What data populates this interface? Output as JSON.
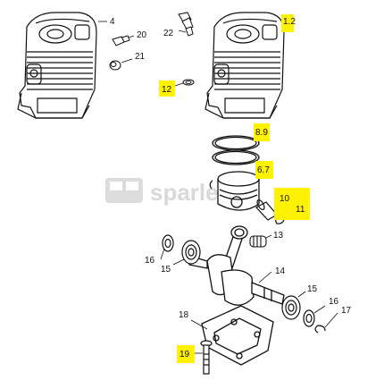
{
  "diagram": {
    "watermark": "sparleka",
    "colors": {
      "highlight": "#fff200",
      "line": "#111111",
      "watermark": "#d9d9d9"
    },
    "labels": {
      "p1_2": "1.2",
      "p4": "4",
      "p20": "20",
      "p21": "21",
      "p22": "22",
      "p12": "12",
      "p8_9": "8.9",
      "p6_7": "6.7",
      "p10": "10",
      "p11": "11",
      "p13": "13",
      "p14": "14",
      "p15_left": "15",
      "p16_left": "16",
      "p15_right": "15",
      "p16_right": "16",
      "p17": "17",
      "p18": "18",
      "p19": "19"
    }
  }
}
